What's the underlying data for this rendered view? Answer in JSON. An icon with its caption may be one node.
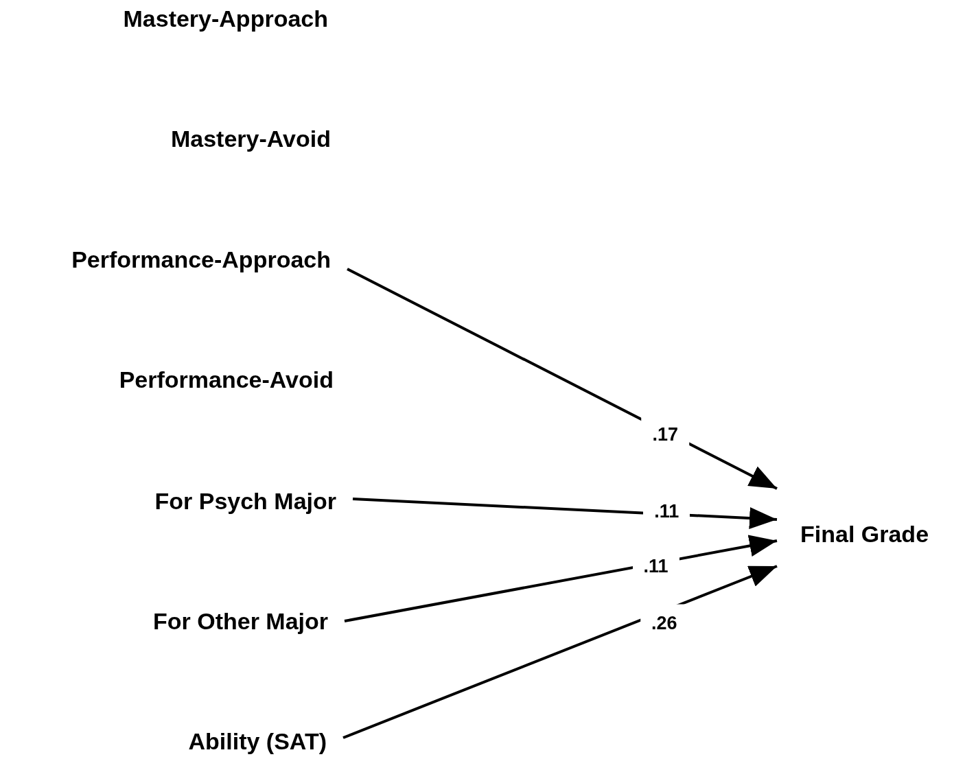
{
  "diagram": {
    "nodes": [
      {
        "text": [
          "Mastery-Approach"
        ]
      },
      {
        "text": [
          "Mastery-Avoid"
        ]
      },
      {
        "text": [
          "Performance-Approach"
        ]
      },
      {
        "text": [
          "Performance-Avoid"
        ]
      },
      {
        "text": [
          "For Psych Major"
        ]
      },
      {
        "text": [
          "For Other Major"
        ]
      },
      {
        "text": [
          "Ability (SAT)"
        ]
      },
      {
        "text": [
          "Final Grade"
        ]
      }
    ],
    "edges": [
      {
        "from": 2,
        "to": 7,
        "arrow": "to",
        "label": ".17"
      },
      {
        "from": 4,
        "to": 7,
        "arrow": "to",
        "label": ".11"
      },
      {
        "from": 5,
        "to": 7,
        "arrow": "to",
        "label": ".11"
      },
      {
        "from": 6,
        "to": 7,
        "arrow": "to",
        "label": ".26"
      }
    ]
  }
}
